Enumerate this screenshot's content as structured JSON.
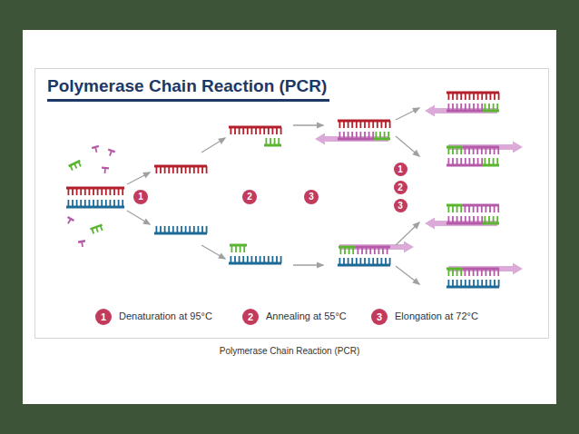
{
  "diagram": {
    "title": "Polymerase Chain Reaction (PCR)",
    "caption": "Polymerase Chain Reaction (PCR)",
    "labels": [
      "1",
      "2",
      "3",
      "1",
      "2",
      "3",
      "1",
      "Denaturation at 95°C",
      "2",
      "Annealing at 55°C",
      "3",
      "Elongation at 72°C"
    ]
  }
}
